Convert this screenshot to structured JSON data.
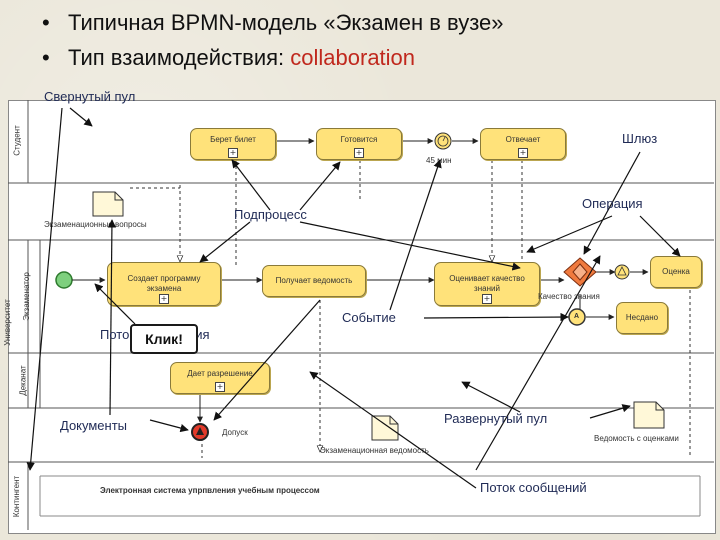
{
  "header": {
    "bullet1": "Типичная BPMN-модель «Экзамен в вузе»",
    "bullet2_prefix": "Тип взаимодействия: ",
    "bullet2_accent": "collaboration",
    "accent_color": "#c0281d"
  },
  "lanes": {
    "student": "Студент",
    "university": "Университет",
    "examiner": "Экзаменатор",
    "dean": "Деканат",
    "contingent": "Контингент"
  },
  "tasks": {
    "take_ticket": "Берет билет",
    "prepare": "Готовится",
    "answer": "Отвечает",
    "create_program": "Создает программу экзамена",
    "get_sheet": "Получает ведомость",
    "evaluate": "Оценивает качество знаний",
    "grade": "Оценка",
    "failed": "Несдано",
    "permit": "Дает разрешение"
  },
  "labels": {
    "timer": "45 мин",
    "exam_questions": "Экзаменационные вопросы",
    "knowledge_quality": "Качество знания",
    "admission": "Допуск",
    "exam_sheet": "Экзаменационная ведомость",
    "grade_sheet": "Ведомость с оценками",
    "system": "Электронная система упрпвления учебным процессом",
    "marker_a": "A"
  },
  "callouts": {
    "collapsed_pool": "Свернутый пул",
    "gateway": "Шлюз",
    "subprocess": "Подпроцесс",
    "operation": "Операция",
    "control_flow": "Поток управления",
    "event": "Событие",
    "documents": "Документы",
    "expanded_pool": "Развернутый пул",
    "message_flow": "Поток сообщений"
  },
  "click_button": "Клик!"
}
